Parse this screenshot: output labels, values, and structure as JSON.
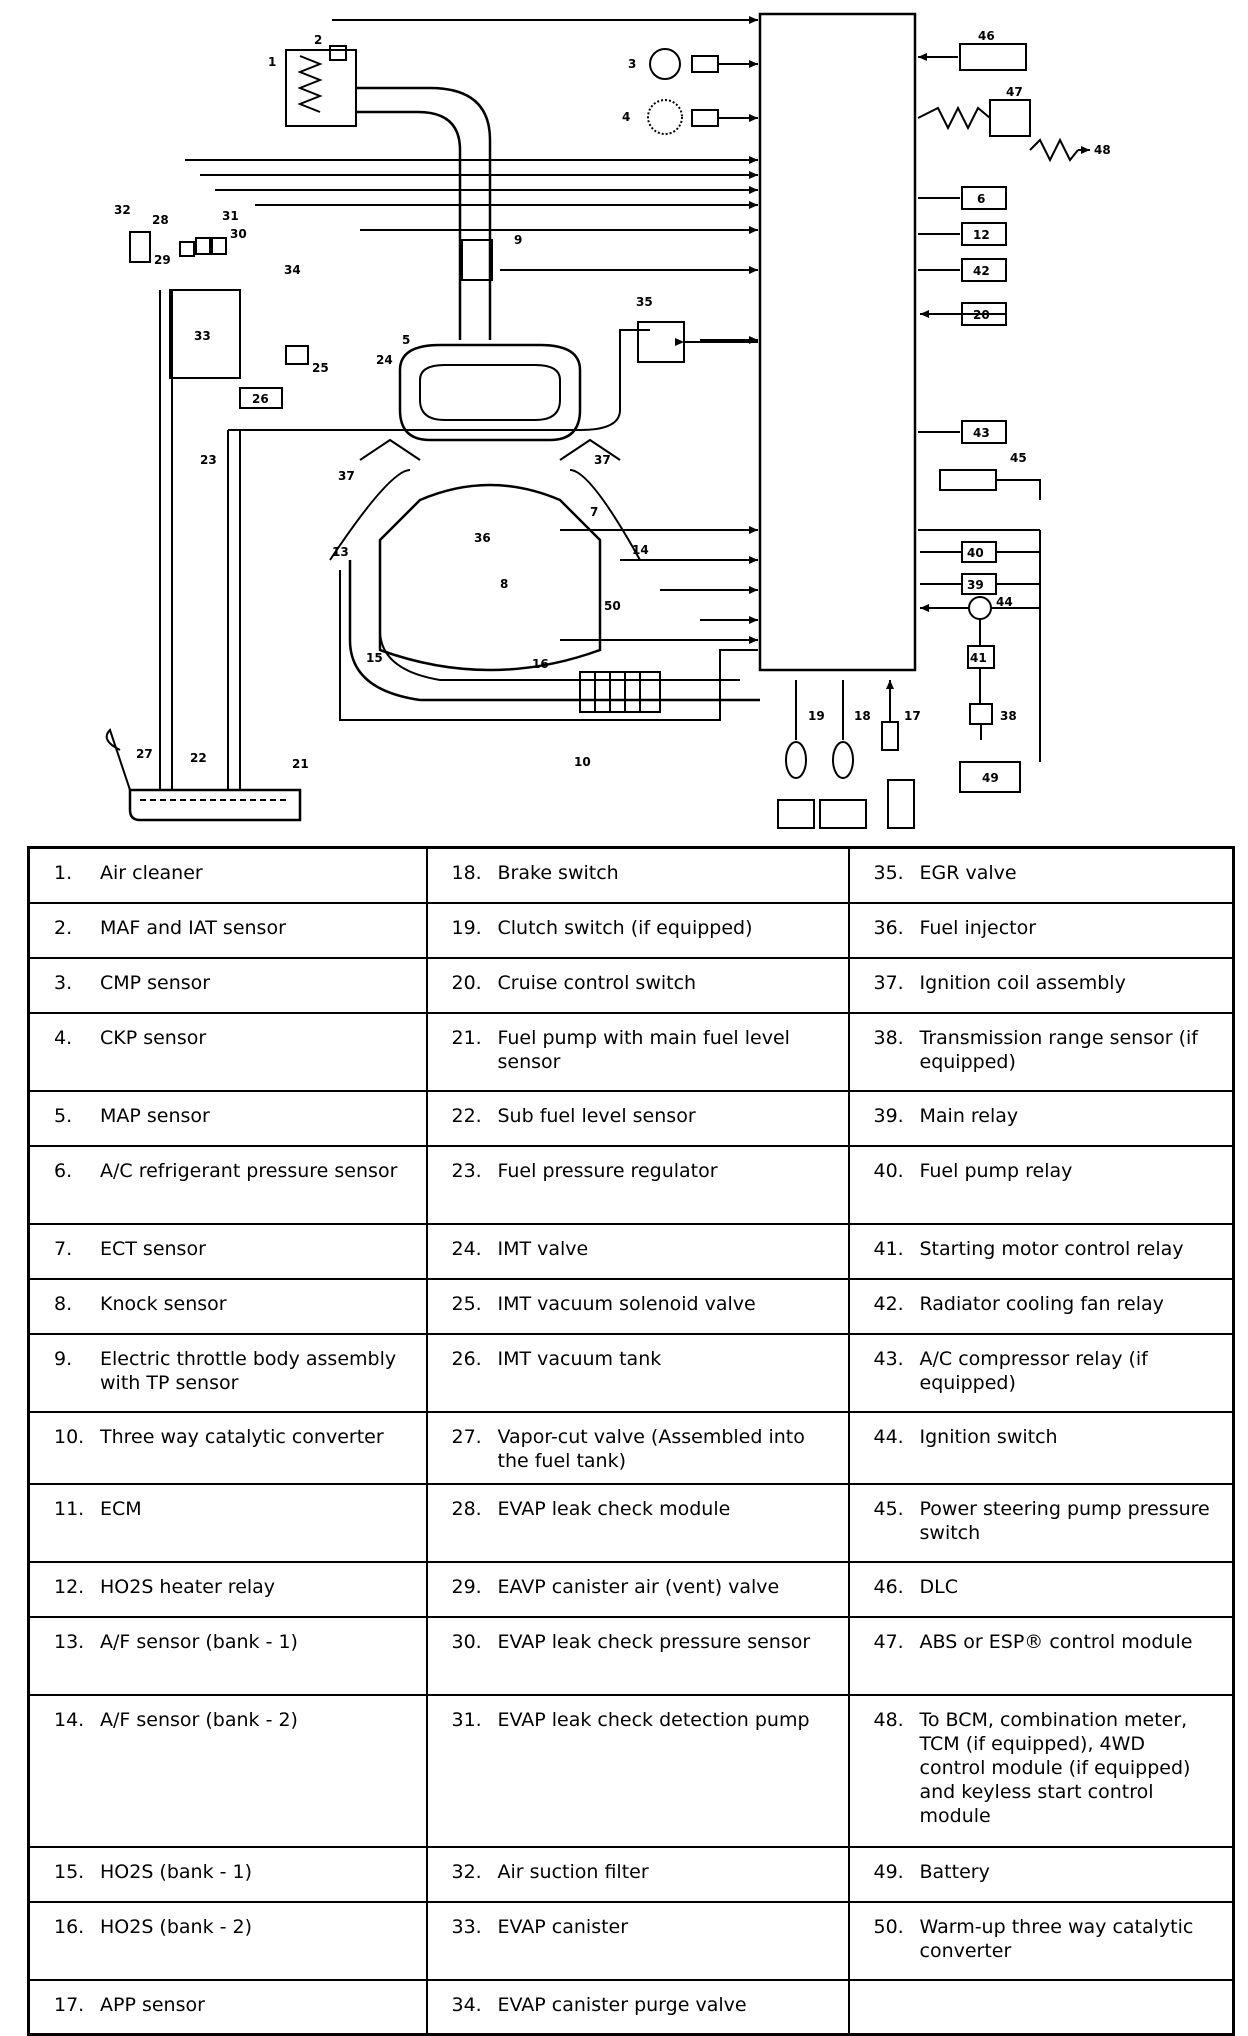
{
  "diagram": {
    "callouts": [
      "1",
      "2",
      "3",
      "4",
      "5",
      "6",
      "7",
      "8",
      "9",
      "10",
      "12",
      "13",
      "14",
      "15",
      "16",
      "17",
      "18",
      "19",
      "20",
      "21",
      "22",
      "23",
      "24",
      "25",
      "26",
      "27",
      "28",
      "29",
      "30",
      "31",
      "32",
      "33",
      "34",
      "35",
      "36",
      "37",
      "38",
      "39",
      "40",
      "41",
      "42",
      "43",
      "44",
      "45",
      "46",
      "47",
      "48",
      "49",
      "50"
    ]
  },
  "legend": {
    "rows": [
      [
        {
          "num": "1.",
          "text": "Air cleaner"
        },
        {
          "num": "18.",
          "text": "Brake switch"
        },
        {
          "num": "35.",
          "text": "EGR valve"
        }
      ],
      [
        {
          "num": "2.",
          "text": "MAF and IAT sensor"
        },
        {
          "num": "19.",
          "text": "Clutch switch (if equipped)"
        },
        {
          "num": "36.",
          "text": "Fuel injector"
        }
      ],
      [
        {
          "num": "3.",
          "text": "CMP sensor"
        },
        {
          "num": "20.",
          "text": "Cruise control switch"
        },
        {
          "num": "37.",
          "text": "Ignition coil assembly"
        }
      ],
      [
        {
          "num": "4.",
          "text": "CKP sensor"
        },
        {
          "num": "21.",
          "text": "Fuel pump with main fuel level sensor"
        },
        {
          "num": "38.",
          "text": "Transmission range sensor (if equipped)"
        }
      ],
      [
        {
          "num": "5.",
          "text": "MAP sensor"
        },
        {
          "num": "22.",
          "text": "Sub fuel level sensor"
        },
        {
          "num": "39.",
          "text": "Main relay"
        }
      ],
      [
        {
          "num": "6.",
          "text": "A/C refrigerant pressure sensor"
        },
        {
          "num": "23.",
          "text": "Fuel pressure regulator"
        },
        {
          "num": "40.",
          "text": "Fuel pump relay"
        }
      ],
      [
        {
          "num": "7.",
          "text": "ECT sensor"
        },
        {
          "num": "24.",
          "text": "IMT valve"
        },
        {
          "num": "41.",
          "text": "Starting motor control relay"
        }
      ],
      [
        {
          "num": "8.",
          "text": "Knock sensor"
        },
        {
          "num": "25.",
          "text": "IMT vacuum solenoid valve"
        },
        {
          "num": "42.",
          "text": "Radiator cooling fan relay"
        }
      ],
      [
        {
          "num": "9.",
          "text": "Electric throttle body assembly with TP sensor"
        },
        {
          "num": "26.",
          "text": "IMT vacuum tank"
        },
        {
          "num": "43.",
          "text": "A/C compressor relay (if equipped)"
        }
      ],
      [
        {
          "num": "10.",
          "text": "Three way catalytic converter"
        },
        {
          "num": "27.",
          "text": "Vapor-cut valve (Assembled into the fuel tank)"
        },
        {
          "num": "44.",
          "text": "Ignition switch"
        }
      ],
      [
        {
          "num": "11.",
          "text": "ECM"
        },
        {
          "num": "28.",
          "text": "EVAP leak check module"
        },
        {
          "num": "45.",
          "text": "Power steering pump pressure switch"
        }
      ],
      [
        {
          "num": "12.",
          "text": "HO2S heater relay"
        },
        {
          "num": "29.",
          "text": "EAVP canister air (vent) valve"
        },
        {
          "num": "46.",
          "text": "DLC"
        }
      ],
      [
        {
          "num": "13.",
          "text": "A/F sensor (bank - 1)"
        },
        {
          "num": "30.",
          "text": "EVAP leak check pressure sensor"
        },
        {
          "num": "47.",
          "text": "ABS or ESP® control module"
        }
      ],
      [
        {
          "num": "14.",
          "text": "A/F sensor (bank - 2)"
        },
        {
          "num": "31.",
          "text": "EVAP leak check detection pump"
        },
        {
          "num": "48.",
          "text": "To BCM, combination meter, TCM (if equipped), 4WD control module (if equipped) and keyless start control module"
        }
      ],
      [
        {
          "num": "15.",
          "text": "HO2S (bank - 1)"
        },
        {
          "num": "32.",
          "text": "Air suction filter"
        },
        {
          "num": "49.",
          "text": "Battery"
        }
      ],
      [
        {
          "num": "16.",
          "text": "HO2S (bank - 2)"
        },
        {
          "num": "33.",
          "text": "EVAP canister"
        },
        {
          "num": "50.",
          "text": "Warm-up three way catalytic converter"
        }
      ],
      [
        {
          "num": "17.",
          "text": "APP sensor"
        },
        {
          "num": "34.",
          "text": "EVAP canister purge valve"
        },
        {
          "num": "",
          "text": ""
        }
      ]
    ]
  }
}
